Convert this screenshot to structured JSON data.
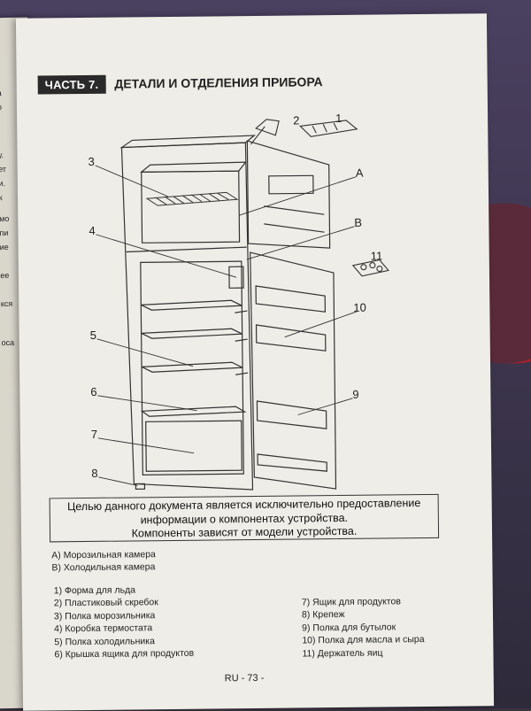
{
  "section": {
    "part_label": "ЧАСТЬ 7.",
    "title": "ДЕТАЛИ И ОТДЕЛЕНИЯ ПРИБОРА"
  },
  "callouts": {
    "c1": "1",
    "c2": "2",
    "c3": "3",
    "c4": "4",
    "c5": "5",
    "c6": "6",
    "c7": "7",
    "c8": "8",
    "c9": "9",
    "c10": "10",
    "c11": "11",
    "cA": "A",
    "cB": "B"
  },
  "notice": {
    "line1": "Целью данного документа является исключительно предоставление",
    "line2": "информации о компонентах устройства.",
    "line3": "Компоненты зависят от модели устройства."
  },
  "compartments": [
    "A) Морозильная камера",
    "B) Холодильная камера"
  ],
  "parts_left": [
    "1) Форма для льда",
    "2) Пластиковый скребок",
    "3) Полка морозильника",
    "4) Коробка термостата",
    "5) Полка холодильника",
    "6) Крышка ящика для продуктов"
  ],
  "parts_right": [
    "7) Ящик для продуктов",
    "8) Крепеж",
    "9) Полка для бутылок",
    "10) Полка для масла и сыра",
    "11) Держатель яиц"
  ],
  "page_number": "RU - 73 -",
  "left_page_fragments": [
    "а",
    "о",
    "у.",
    "ет",
    "и.",
    "к",
    "мо",
    "пи",
    "ие",
    "ее",
    "кся",
    "оса"
  ]
}
